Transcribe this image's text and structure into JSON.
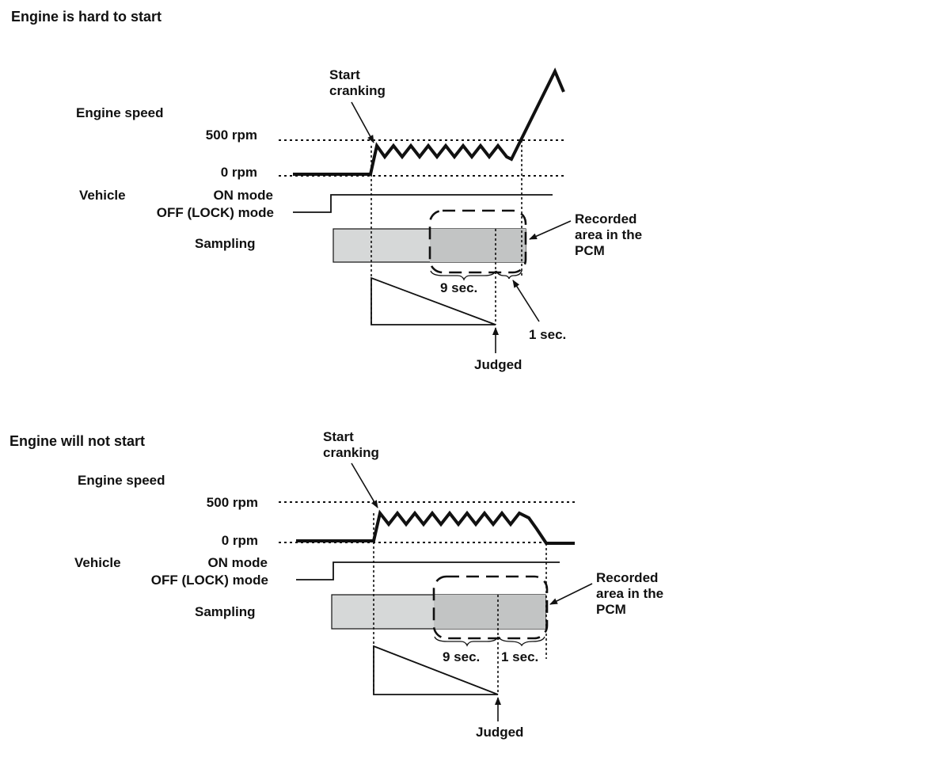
{
  "colors": {
    "ink": "#111111",
    "sampling_fill": "#d6d8d8",
    "recorded_fill": "#c2c4c4"
  },
  "top": {
    "heading": "Engine is hard to start",
    "start_label_1": "Start",
    "start_label_2": "cranking",
    "engine_speed": "Engine speed",
    "rpm_500": "500 rpm",
    "rpm_0": "0 rpm",
    "vehicle": "Vehicle",
    "on_mode": "ON mode",
    "off_mode": "OFF (LOCK) mode",
    "sampling": "Sampling",
    "recorded_1": "Recorded",
    "recorded_2": "area in the",
    "recorded_3": "PCM",
    "nine_sec": "9 sec.",
    "one_sec": "1 sec.",
    "judged": "Judged"
  },
  "bottom": {
    "heading": "Engine will not start",
    "start_label_1": "Start",
    "start_label_2": "cranking",
    "engine_speed": "Engine speed",
    "rpm_500": "500 rpm",
    "rpm_0": "0 rpm",
    "vehicle": "Vehicle",
    "on_mode": "ON mode",
    "off_mode": "OFF (LOCK) mode",
    "sampling": "Sampling",
    "recorded_1": "Recorded",
    "recorded_2": "area in the",
    "recorded_3": "PCM",
    "nine_sec": "9 sec.",
    "one_sec": "1 sec.",
    "judged": "Judged"
  }
}
